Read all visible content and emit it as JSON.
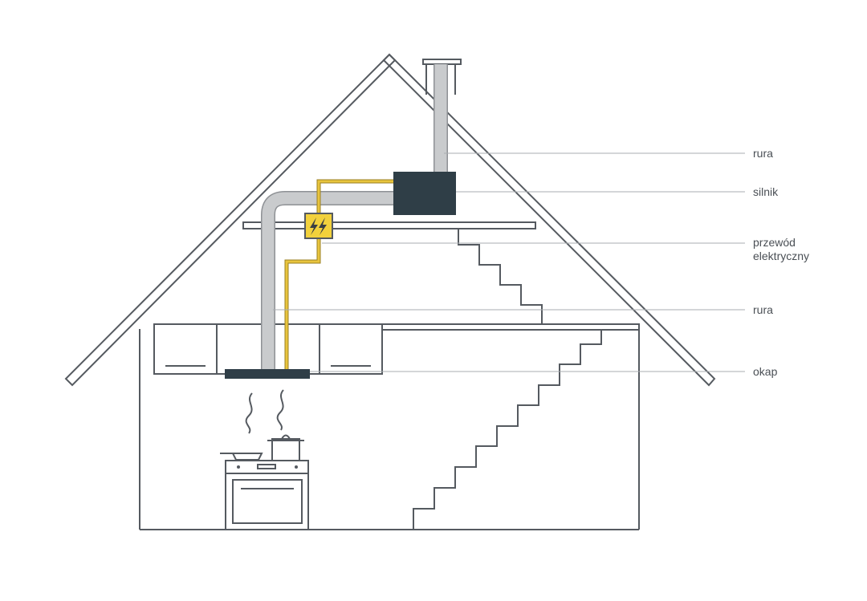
{
  "labels": {
    "pipe_top": "rura",
    "motor": "silnik",
    "cable_line1": "przewód",
    "cable_line2": "elektryczny",
    "pipe_bottom": "rura",
    "hood": "okap"
  },
  "colors": {
    "line": "#555a60",
    "pipe_fill": "#c9cbcd",
    "pipe_stroke": "#8e9195",
    "motor": "#2f3e47",
    "cable": "#e8c43d",
    "junction_box": "#f2d13c",
    "leader": "#a9adb1",
    "text": "#4a4f55"
  },
  "icons": {
    "junction_box": "lightning-icon",
    "steam": "steam-icon"
  }
}
